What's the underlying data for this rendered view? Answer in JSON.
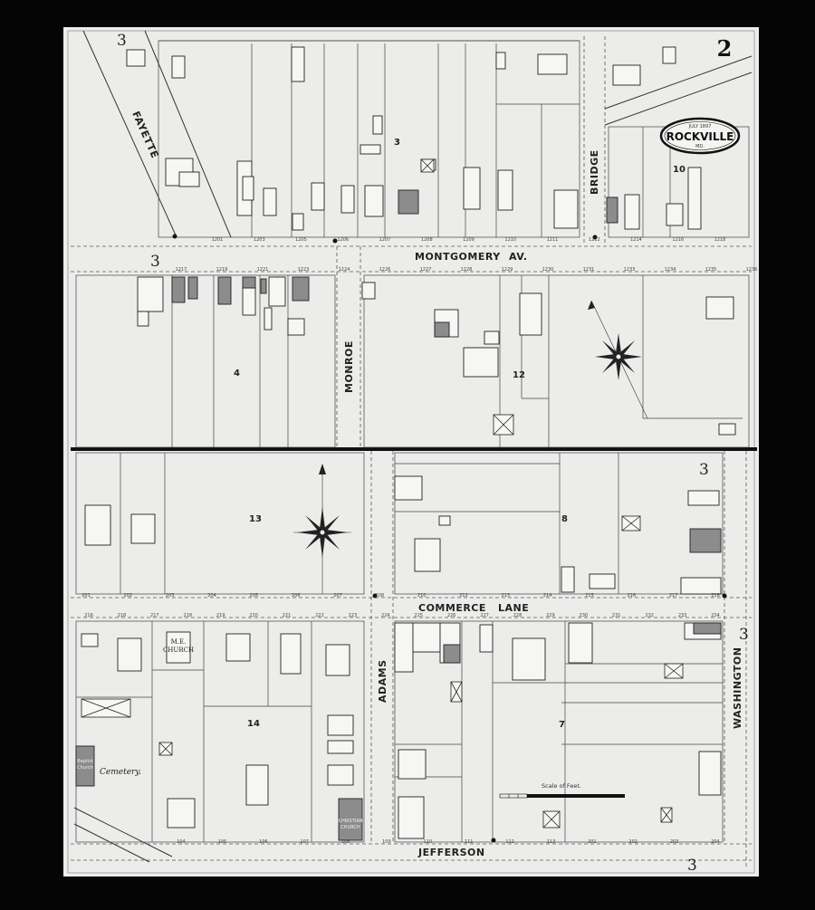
{
  "sheet": {
    "number": "2",
    "date": "JULY 1897",
    "town": "ROCKVILLE",
    "state": "MD."
  },
  "streets": {
    "fayette": "FAYETTE",
    "bridge": "BRIDGE",
    "montgomery": "MONTGOMERY",
    "montgomery_suffix": "AV.",
    "monroe": "MONROE",
    "commerce": "COMMERCE",
    "commerce_suffix": "LANE",
    "adams": "ADAMS",
    "washington": "WASHINGTON",
    "jefferson": "JEFFERSON"
  },
  "blocks": [
    "3",
    "10",
    "4",
    "12",
    "13",
    "8",
    "14",
    "7"
  ],
  "sheet_refs": [
    "3",
    "3",
    "3",
    "3",
    "3"
  ],
  "labels": {
    "me_church_1": "M.E.",
    "me_church_2": "CHURCH",
    "cemetery": "Cemetery.",
    "baptist_church_1": "Baptist",
    "baptist_church_2": "Church",
    "christian_church_1": "CHRISTIAN",
    "christian_church_2": "CHURCH",
    "scale": "Scale of Feet."
  },
  "addresses": {
    "montgomery_north": [
      "1201",
      "1203",
      "1205",
      "1206",
      "1207",
      "1208",
      "1209",
      "1210",
      "1211",
      "1212",
      "1214",
      "1216",
      "1218"
    ],
    "montgomery_south": [
      "1217",
      "1219",
      "1221",
      "1223",
      "1224",
      "1226",
      "1227",
      "1228",
      "1229",
      "1230",
      "1231",
      "1233",
      "1234",
      "1235",
      "1236"
    ],
    "commerce_north": [
      "201",
      "202",
      "203",
      "204",
      "205",
      "206",
      "207",
      "208",
      "210",
      "212",
      "213",
      "214",
      "215",
      "216",
      "217",
      "218"
    ],
    "commerce_south": [
      "216",
      "218",
      "217",
      "218",
      "219",
      "220",
      "221",
      "222",
      "223",
      "224",
      "225",
      "226",
      "227",
      "228",
      "229",
      "230",
      "231",
      "232",
      "233",
      "234"
    ],
    "jefferson": [
      "104",
      "105",
      "106",
      "107",
      "108",
      "109",
      "110",
      "111",
      "112",
      "113",
      "201",
      "202",
      "203",
      "204"
    ]
  },
  "colors": {
    "frame": "#050505",
    "paper": "#ececea",
    "ink": "#2a2a2a",
    "brick": "#8c8c8c"
  }
}
